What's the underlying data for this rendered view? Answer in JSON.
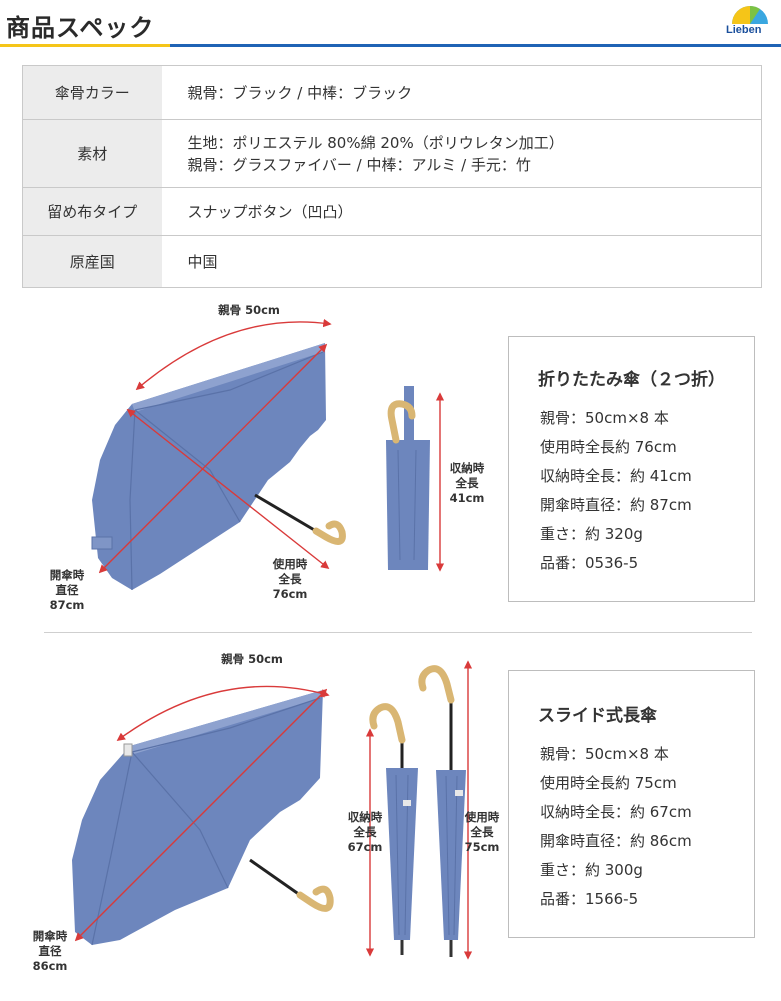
{
  "header": {
    "title": "商品スペック",
    "logo_text": "Lieben"
  },
  "spec_table": [
    {
      "label": "傘骨カラー",
      "lines": [
        "親骨：ブラック / 中棒：ブラック"
      ]
    },
    {
      "label": "素材",
      "lines": [
        "生地：ポリエステル 80%綿 20%（ポリウレタン加工）",
        "親骨：グラスファイバー / 中棒：アルミ / 手元：竹"
      ]
    },
    {
      "label": "留め布タイプ",
      "lines": [
        "スナップボタン（凹凸）"
      ]
    },
    {
      "label": "原産国",
      "lines": [
        "中国"
      ]
    }
  ],
  "folding": {
    "diagram": {
      "rib": "親骨 50cm",
      "open_dia": [
        "開傘時",
        "直径",
        "87cm"
      ],
      "use_len": [
        "使用時",
        "全長",
        "76cm"
      ],
      "stored_len": [
        "収納時",
        "全長",
        "41cm"
      ]
    },
    "box": {
      "title": "折りたたみ傘（２つ折）",
      "lines": [
        "親骨：50cm×8 本",
        "使用時全長約 76cm",
        "収納時全長：約 41cm",
        "開傘時直径：約 87cm",
        "重さ：約 320g",
        "品番：0536-5"
      ]
    }
  },
  "slide": {
    "diagram": {
      "rib": "親骨 50cm",
      "open_dia": [
        "開傘時",
        "直径",
        "86cm"
      ],
      "stored_len": [
        "収納時",
        "全長",
        "67cm"
      ],
      "use_len": [
        "使用時",
        "全長",
        "75cm"
      ]
    },
    "box": {
      "title": "スライド式長傘",
      "lines": [
        "親骨：50cm×8 本",
        "使用時全長約 75cm",
        "収納時全長：約 67cm",
        "開傘時直径：約 86cm",
        "重さ：約 300g",
        "品番：1566-5"
      ]
    }
  },
  "colors": {
    "canopy": "#6d86bd",
    "accent_line": "#d93a3a",
    "title_blue": "#1f63b5",
    "title_yellow": "#f5c518"
  }
}
